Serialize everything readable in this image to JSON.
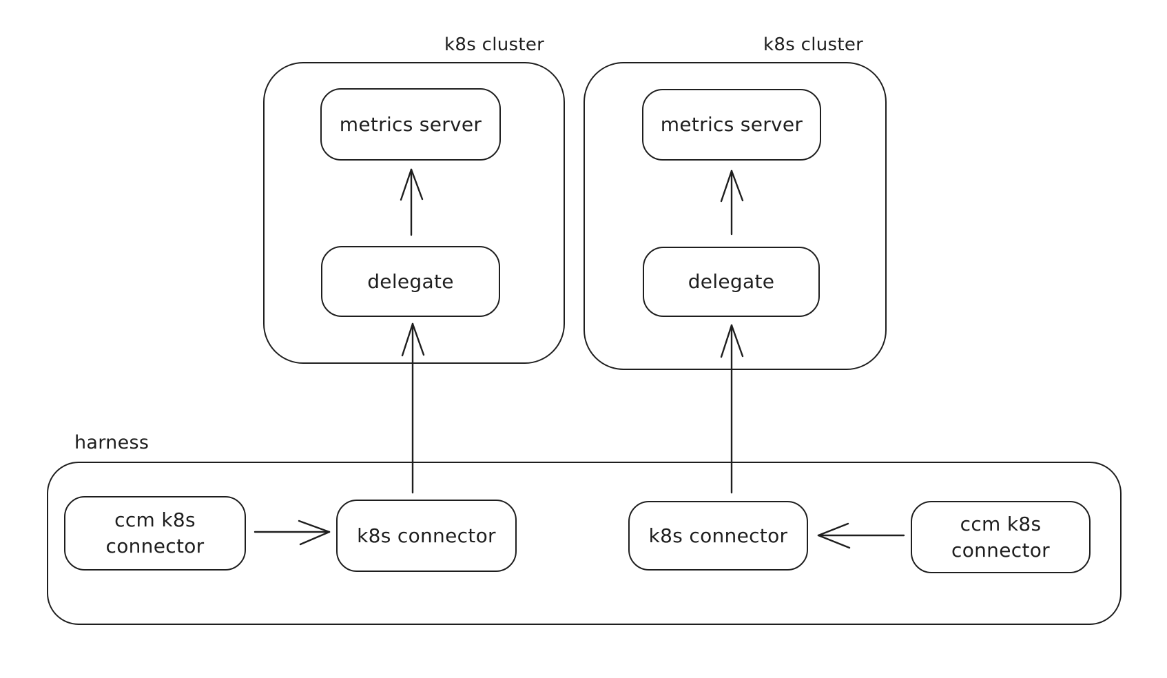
{
  "diagram": {
    "background_color": "#ffffff",
    "stroke_color": "#1e1e1e",
    "clusters": [
      {
        "label": "k8s cluster",
        "nodes": {
          "metrics_server": "metrics server",
          "delegate": "delegate"
        }
      },
      {
        "label": "k8s cluster",
        "nodes": {
          "metrics_server": "metrics server",
          "delegate": "delegate"
        }
      }
    ],
    "harness": {
      "label": "harness",
      "nodes": {
        "ccm_connector_left": "ccm k8s connector",
        "k8s_connector_left": "k8s connector",
        "k8s_connector_right": "k8s connector",
        "ccm_connector_right": "ccm k8s connector"
      }
    },
    "edges": [
      {
        "from": "delegate (left cluster)",
        "to": "metrics server (left cluster)",
        "direction": "up"
      },
      {
        "from": "delegate (right cluster)",
        "to": "metrics server (right cluster)",
        "direction": "up"
      },
      {
        "from": "k8s connector (left, harness)",
        "to": "delegate (left cluster)",
        "direction": "up"
      },
      {
        "from": "k8s connector (right, harness)",
        "to": "delegate (right cluster)",
        "direction": "up"
      },
      {
        "from": "ccm k8s connector (left, harness)",
        "to": "k8s connector (left, harness)",
        "direction": "right"
      },
      {
        "from": "ccm k8s connector (right, harness)",
        "to": "k8s connector (right, harness)",
        "direction": "left"
      }
    ]
  }
}
